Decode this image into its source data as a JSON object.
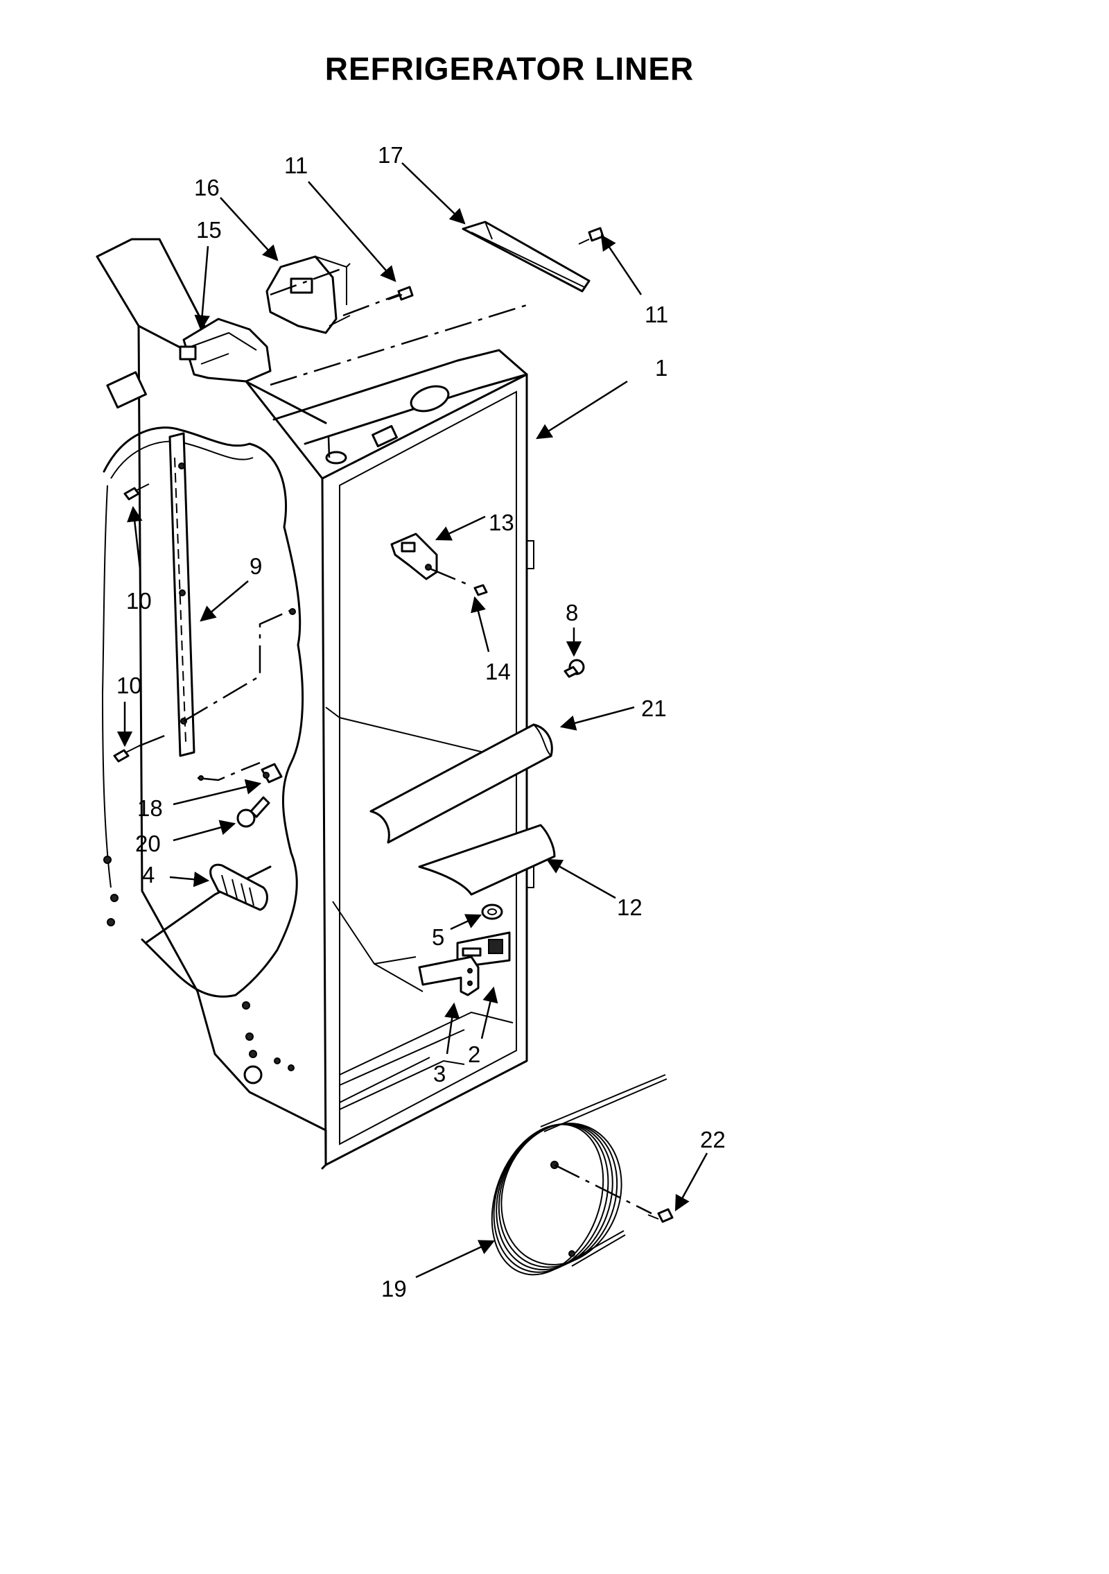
{
  "title": "REFRIGERATOR LINER",
  "callouts": {
    "c1": "1",
    "c2": "2",
    "c3": "3",
    "c4": "4",
    "c5": "5",
    "c8": "8",
    "c9": "9",
    "c10a": "10",
    "c10b": "10",
    "c11a": "11",
    "c11b": "11",
    "c12": "12",
    "c13": "13",
    "c14": "14",
    "c15": "15",
    "c16": "16",
    "c17": "17",
    "c18": "18",
    "c19": "19",
    "c20": "20",
    "c21": "21",
    "c22": "22"
  }
}
